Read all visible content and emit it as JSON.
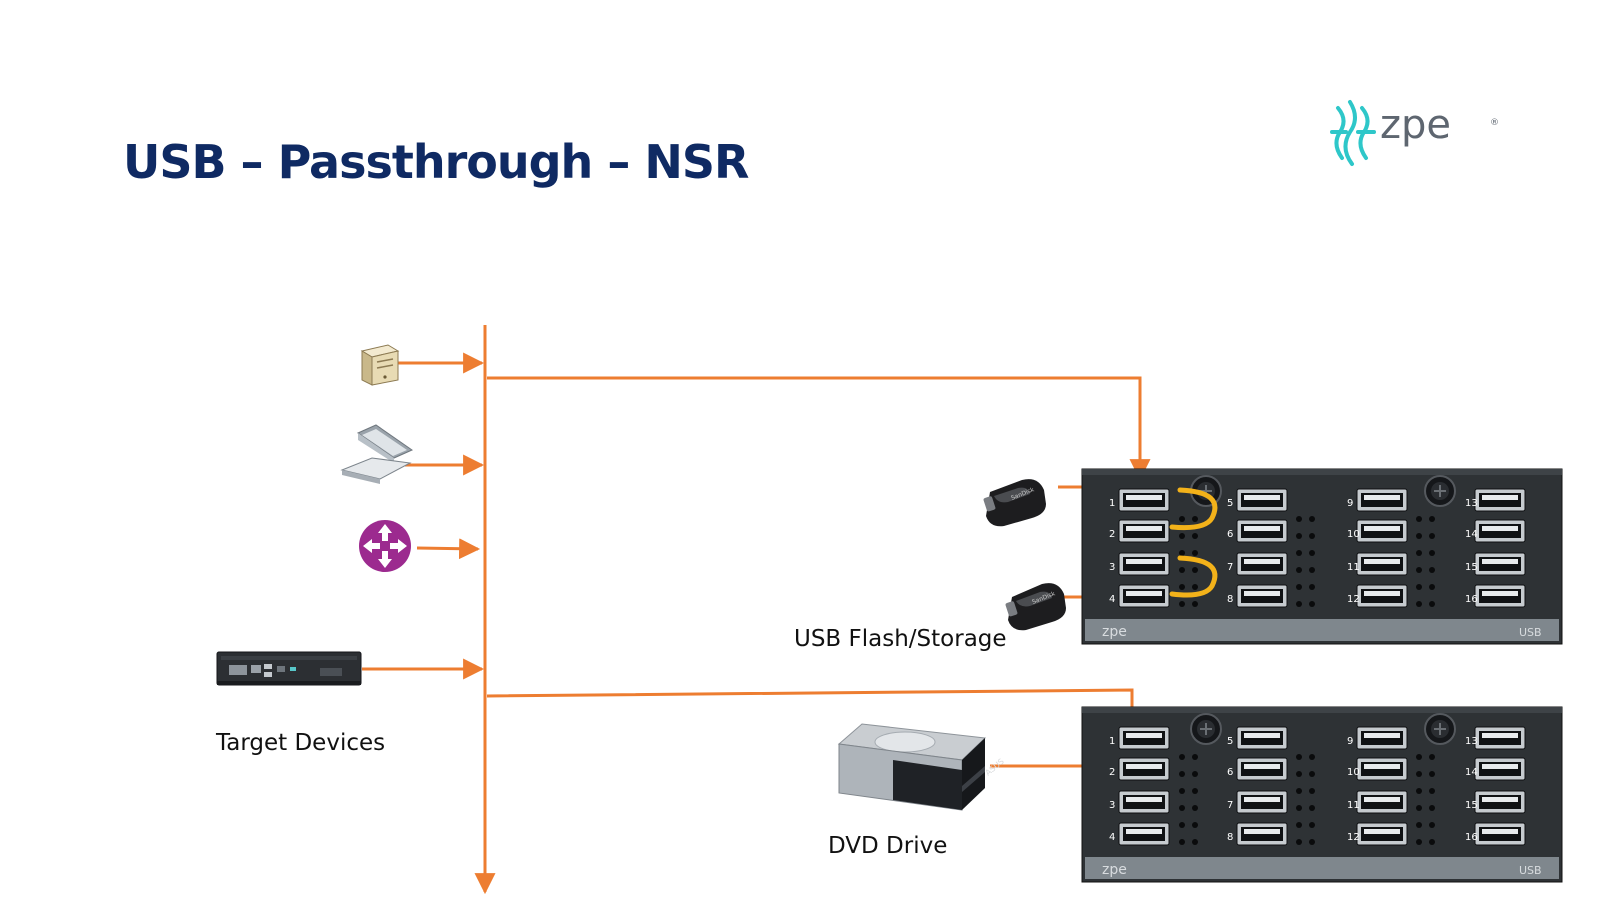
{
  "slide": {
    "title": "USB – Passthrough – NSR"
  },
  "logo": {
    "wordmark": "zpe",
    "registered": "®"
  },
  "labels": {
    "target_devices": "Target Devices",
    "usb_flash": "USB Flash/Storage",
    "dvd_drive": "DVD Drive"
  },
  "usb_panel": {
    "brand": "zpe",
    "tag": "USB",
    "ports": [
      "1",
      "2",
      "3",
      "4",
      "5",
      "6",
      "7",
      "8",
      "9",
      "10",
      "11",
      "12",
      "13",
      "14",
      "15",
      "16"
    ]
  },
  "devices": {
    "flash_brand": "SanDisk",
    "dvd_brand": "ASUS"
  },
  "colors": {
    "connector": "#ed7d31",
    "title": "#0f2a63",
    "panel": "#2e3235",
    "logo_accent": "#2ec7c9",
    "loop": "#f3b21a",
    "router": "#9c2a8f"
  },
  "icons": [
    "server-icon",
    "laptop-icon",
    "router-icon",
    "appliance-icon",
    "usb-flash-icon",
    "dvd-drive-icon"
  ]
}
